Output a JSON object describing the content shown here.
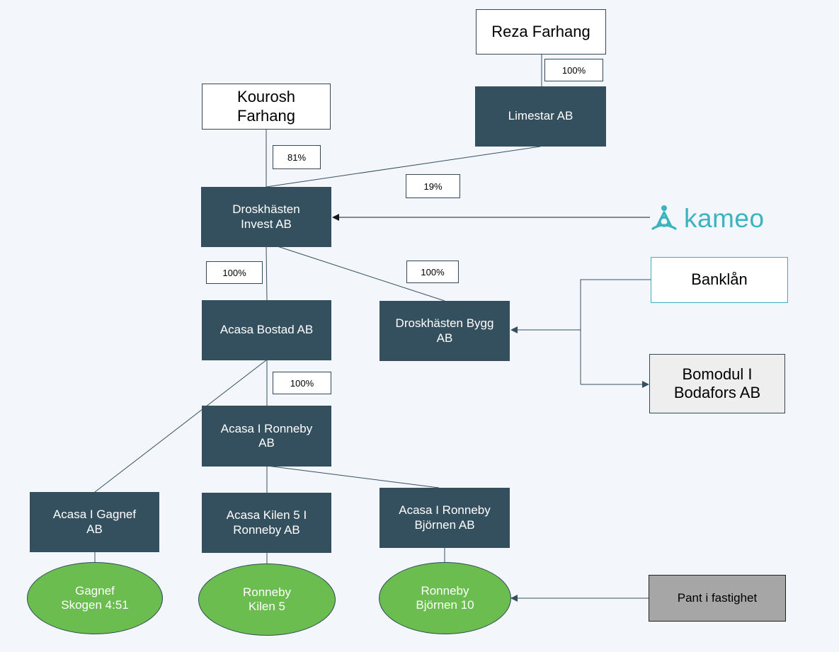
{
  "nodes": {
    "reza": "Reza Farhang",
    "kourosh": "Kourosh\nFarhang",
    "limestar": "Limestar AB",
    "droskhasten_invest": "Droskhästen\nInvest AB",
    "acasa_bostad": "Acasa Bostad AB",
    "droskhasten_bygg": "Droskhästen Bygg\nAB",
    "acasa_ronneby": "Acasa I Ronneby\nAB",
    "acasa_gagnef": "Acasa I Gagnef\nAB",
    "acasa_kilen": "Acasa Kilen 5 I\nRonneby AB",
    "acasa_bjornen": "Acasa I Ronneby\nBjörnen AB",
    "gagnef_skogen": "Gagnef\nSkogen 4:51",
    "ronneby_kilen": "Ronneby\nKilen 5",
    "ronneby_bjornen": "Ronneby\nBjörnen 10",
    "banklan": "Banklån",
    "bomodul": "Bomodul I\nBodafors AB",
    "pant": "Pant i fastighet"
  },
  "ownership": {
    "reza_limestar": "100%",
    "kourosh_invest": "81%",
    "limestar_invest": "19%",
    "invest_bostad": "100%",
    "invest_bygg": "100%",
    "bostad_ronneby": "100%"
  },
  "logo": {
    "text": "kameo",
    "icon": "kameo-logo-icon",
    "color": "#3ab4c0"
  },
  "colors": {
    "company_fill": "#34505f",
    "property_fill": "#6bbd50",
    "bank_border": "#3ab0b4",
    "pledge_fill": "#a6a6a6",
    "supplier_fill": "#eeeeee"
  }
}
